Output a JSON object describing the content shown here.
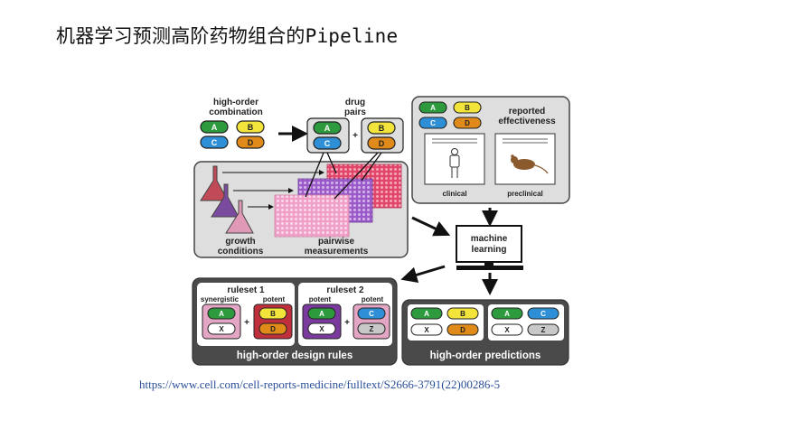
{
  "slide": {
    "title": "机器学习预测高阶药物组合的Pipeline",
    "source_url": "https://www.cell.com/cell-reports-medicine/fulltext/S2666-3791(22)00286-5"
  },
  "diagram": {
    "high_order_combination_label": [
      "high-order",
      "combination"
    ],
    "drug_pairs_label": [
      "drug",
      "pairs"
    ],
    "reported_effectiveness_label": [
      "reported",
      "effectiveness"
    ],
    "clinical_label": "clinical",
    "preclinical_label": "preclinical",
    "growth_conditions_label": [
      "growth",
      "conditions"
    ],
    "pairwise_measurements_label": [
      "pairwise",
      "measurements"
    ],
    "machine_learning_label": [
      "machine",
      "learning"
    ],
    "ruleset1_label": "ruleset 1",
    "ruleset2_label": "ruleset 2",
    "synergistic_label": "synergistic",
    "potent_label": "potent",
    "design_rules_label": "high-order design rules",
    "predictions_label": "high-order predictions",
    "pills": {
      "A": "A",
      "B": "B",
      "C": "C",
      "D": "D",
      "X": "X",
      "Z": "Z"
    },
    "plus": "+",
    "colors": {
      "A": "#2e9a3e",
      "B": "#f2e43a",
      "C": "#2f8fd6",
      "D": "#e08a1a",
      "X": "#ffffff",
      "Z": "#c8c8c8",
      "panel_gray": "#dedede",
      "panel_dark": "#4a4a4a",
      "flask_red": "#c04a58",
      "flask_purple": "#7a4a9e",
      "flask_pink": "#e09ab8"
    }
  }
}
